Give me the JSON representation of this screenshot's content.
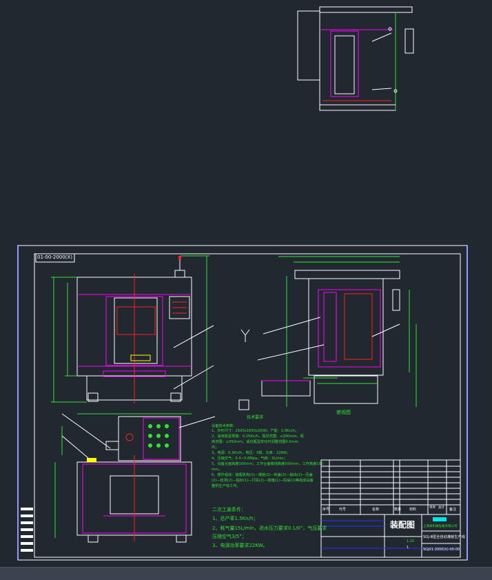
{
  "drawing": {
    "sheet_code_label": "01-00-2000(X)",
    "top_view_section_label": "俯视图",
    "notes": {
      "heading": "技术要求",
      "intro": "设备技术参数：",
      "lines": [
        "1、外形尺寸：1500x1650x2000；产能：2.0Kn/h；",
        "2、适用瓶型规格：0.25Kn/h，瓶径范围：≤200mm，瓶",
        "高范围：≤350mm，适应瓶型变化时调整范围0.5mm",
        "内；",
        "3、电源：0.3Kn/h，电压：3相，功率：22KW；",
        "4、压缩空气：0.4~0.6Mpa，气耗：2L/min；",
        "5、设备台面高度100mm；工作台面离地高度500mm，工作高度100",
        "mm。",
        "6、部件组成：输瓶机构(1)—灌装(2)—封盖(3)—输出(2)—压盖",
        "(2)—检测(2)—贴标(1)—打码(2)—装箱(1)—码垛(1)等组成设备",
        "整机生产线工作。"
      ],
      "secondary_heading": "二次工装条件：",
      "secondary_lines": [
        "1、总产率1.5Kn/h；",
        "2、耗气量15L/min，进水压力要求0.1/0°，气压要求",
        "压缩空气3/5°；",
        "3、电源功率要求22KW。"
      ]
    },
    "title_block": {
      "drawing_title": "装配图",
      "company": "上海某机械设备有限公司",
      "product_name": "SGJ-Ⅲ型全自动灌装生产线",
      "drawing_number": "SGJ01-2000(X)-00-00",
      "column_headers": [
        "序号",
        "代号",
        "名称",
        "数量",
        "材料",
        "单件",
        "总计",
        "备注"
      ],
      "scale": "1:10",
      "sheet": "1"
    },
    "colors": {
      "background": "#212830",
      "outline": "#ffffff",
      "dimension": "#2ee62e",
      "component": "#ff00ff",
      "centerline": "#ff2020",
      "frame_edge": "#2233ff"
    }
  }
}
